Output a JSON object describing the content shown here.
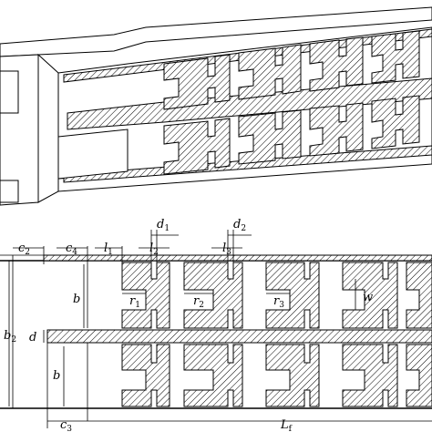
{
  "figure": {
    "labels": {
      "c2": "c",
      "c2_sub": "2",
      "c4": "c",
      "c4_sub": "4",
      "l1": "l",
      "l1_sub": "1",
      "l2": "l",
      "l2_sub": "2",
      "l3": "l",
      "l3_sub": "3",
      "d1": "d",
      "d1_sub": "1",
      "d2": "d",
      "d2_sub": "2",
      "r1": "r",
      "r1_sub": "1",
      "r2": "r",
      "r2_sub": "2",
      "r3": "r",
      "r3_sub": "3",
      "b_top": "b",
      "b_bottom": "b",
      "b2": "b",
      "b2_sub": "2",
      "d": "d",
      "w": "w",
      "c3": "c",
      "c3_sub": "3",
      "Lf": "L",
      "Lf_sub": "f"
    }
  }
}
